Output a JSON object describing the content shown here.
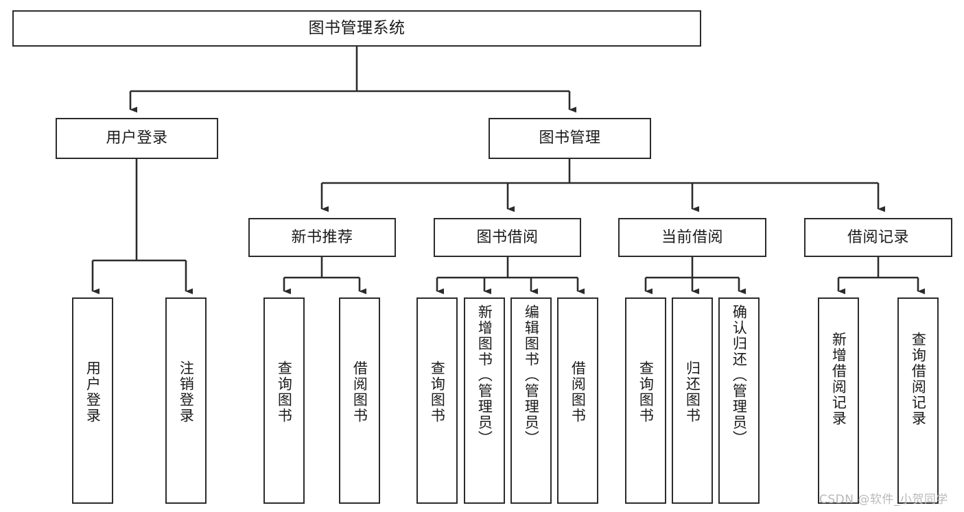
{
  "diagram": {
    "type": "tree-hierarchy",
    "title": "图书管理系统",
    "orientation": "top-down",
    "background_color": "#ffffff",
    "border_color": "#2b2b2b",
    "text_color": "#1a1a1a"
  },
  "nodes": {
    "root": {
      "label": "图书管理系统",
      "level": 0
    },
    "level1": [
      {
        "id": "user-login",
        "label": "用户登录"
      },
      {
        "id": "book-manage",
        "label": "图书管理"
      }
    ],
    "level2": [
      {
        "id": "new-book-recommend",
        "label": "新书推荐"
      },
      {
        "id": "book-borrow",
        "label": "图书借阅"
      },
      {
        "id": "current-borrow",
        "label": "当前借阅"
      },
      {
        "id": "borrow-record",
        "label": "借阅记录"
      }
    ],
    "leaves": {
      "user_login": [
        {
          "id": "leaf-user-login",
          "label": "用户登录"
        },
        {
          "id": "leaf-logout-login",
          "label": "注销登录"
        }
      ],
      "new_book_recommend": [
        {
          "id": "leaf-query-book-1",
          "label": "查询图书"
        },
        {
          "id": "leaf-borrow-book-1",
          "label": "借阅图书"
        }
      ],
      "book_borrow": [
        {
          "id": "leaf-query-book-2",
          "label": "查询图书"
        },
        {
          "id": "leaf-add-book",
          "label": "新增图书（管理员）"
        },
        {
          "id": "leaf-edit-book",
          "label": "编辑图书（管理员）"
        },
        {
          "id": "leaf-borrow-book-2",
          "label": "借阅图书"
        }
      ],
      "current_borrow": [
        {
          "id": "leaf-query-book-3",
          "label": "查询图书"
        },
        {
          "id": "leaf-return-book",
          "label": "归还图书"
        },
        {
          "id": "leaf-confirm-return",
          "label": "确认归还（管理员）"
        }
      ],
      "borrow_record": [
        {
          "id": "leaf-add-record",
          "label": "新增借阅记录"
        },
        {
          "id": "leaf-query-record",
          "label": "查询借阅记录"
        }
      ]
    }
  },
  "watermark": {
    "text": "CSDN @软件_小贺同学",
    "color": "#b9b9b9"
  }
}
